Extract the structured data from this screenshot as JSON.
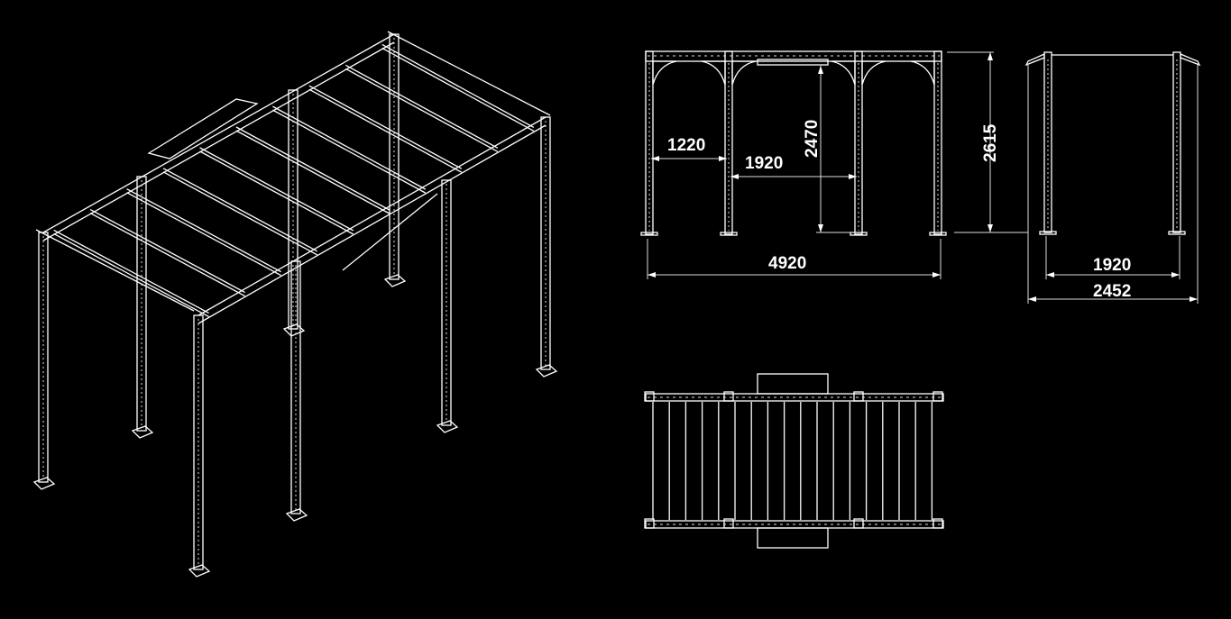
{
  "drawing": {
    "front_view": {
      "bay_width_small": "1220",
      "bay_width": "1920",
      "clear_height": "2470",
      "total_height": "2615",
      "total_length": "4920"
    },
    "side_view": {
      "inner_width": "1920",
      "total_width": "2452"
    },
    "colors": {
      "background": "#000000",
      "lines": "#ffffff"
    }
  }
}
